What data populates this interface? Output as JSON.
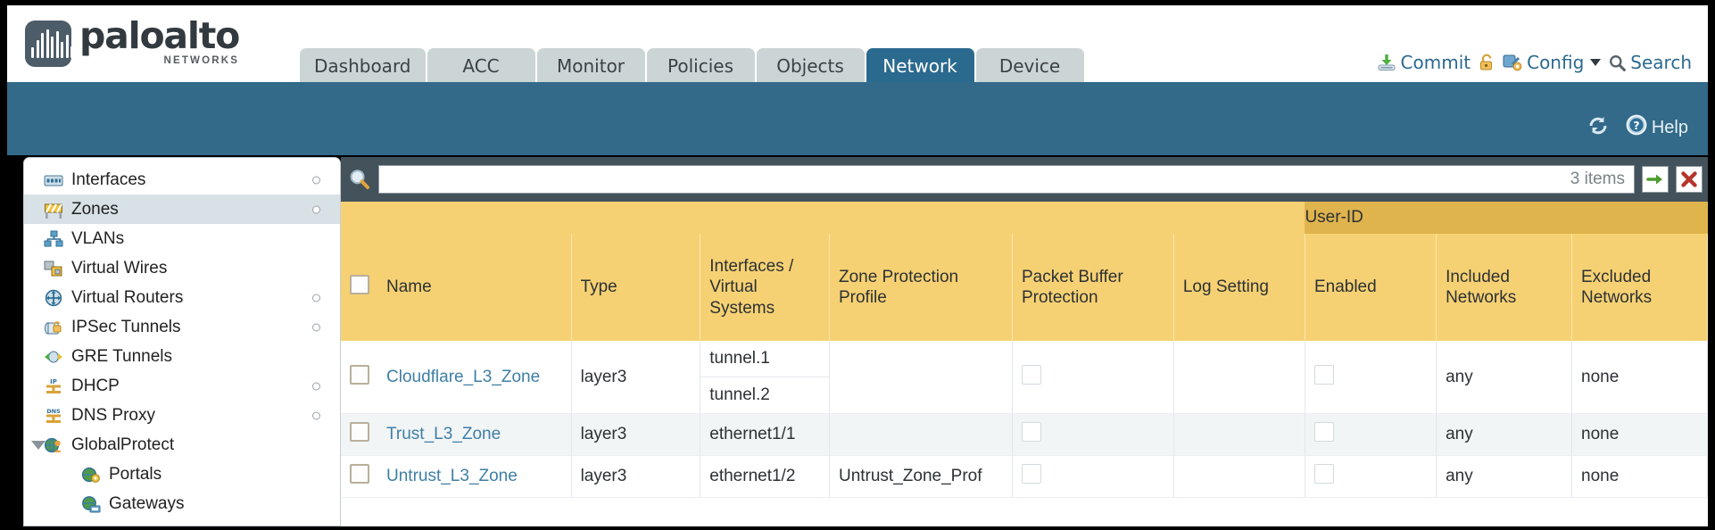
{
  "brand": {
    "name": "paloalto",
    "tagline": "NETWORKS",
    "registered": "®"
  },
  "nav": {
    "tabs": [
      {
        "label": "Dashboard",
        "active": false
      },
      {
        "label": "ACC",
        "active": false
      },
      {
        "label": "Monitor",
        "active": false
      },
      {
        "label": "Policies",
        "active": false
      },
      {
        "label": "Objects",
        "active": false
      },
      {
        "label": "Network",
        "active": true
      },
      {
        "label": "Device",
        "active": false
      }
    ]
  },
  "utility": {
    "commit_label": "Commit",
    "commit_icon": "commit-download-icon",
    "lock_icon": "padlock-icon",
    "config_label": "Config",
    "config_icon": "config-wrench-icon",
    "config_caret": "chevron-down-icon",
    "search_label": "Search",
    "search_icon": "magnifier-icon"
  },
  "subbar": {
    "refresh_icon": "refresh-icon",
    "help_label": "Help",
    "help_icon": "question-circle-icon"
  },
  "sidebar": {
    "items": [
      {
        "label": "Interfaces",
        "icon": "interfaces-icon",
        "selected": false,
        "dot": true,
        "child": false,
        "expander": false
      },
      {
        "label": "Zones",
        "icon": "zones-barrier-icon",
        "selected": true,
        "dot": true,
        "child": false,
        "expander": false
      },
      {
        "label": "VLANs",
        "icon": "vlans-network-icon",
        "selected": false,
        "dot": false,
        "child": false,
        "expander": false
      },
      {
        "label": "Virtual Wires",
        "icon": "virtual-wires-icon",
        "selected": false,
        "dot": false,
        "child": false,
        "expander": false
      },
      {
        "label": "Virtual Routers",
        "icon": "virtual-routers-icon",
        "selected": false,
        "dot": true,
        "child": false,
        "expander": false
      },
      {
        "label": "IPSec Tunnels",
        "icon": "ipsec-tunnels-icon",
        "selected": false,
        "dot": true,
        "child": false,
        "expander": false
      },
      {
        "label": "GRE Tunnels",
        "icon": "gre-tunnels-icon",
        "selected": false,
        "dot": false,
        "child": false,
        "expander": false
      },
      {
        "label": "DHCP",
        "icon": "dhcp-icon",
        "selected": false,
        "dot": true,
        "child": false,
        "expander": false
      },
      {
        "label": "DNS Proxy",
        "icon": "dns-proxy-icon",
        "selected": false,
        "dot": true,
        "child": false,
        "expander": false
      },
      {
        "label": "GlobalProtect",
        "icon": "globalprotect-icon",
        "selected": false,
        "dot": false,
        "child": false,
        "expander": true
      },
      {
        "label": "Portals",
        "icon": "portals-icon",
        "selected": false,
        "dot": false,
        "child": true,
        "expander": false
      },
      {
        "label": "Gateways",
        "icon": "gateways-icon",
        "selected": false,
        "dot": false,
        "child": true,
        "expander": false
      }
    ]
  },
  "search": {
    "value": "",
    "placeholder": "",
    "items_count": "3 items",
    "go_icon": "green-arrow-right-icon",
    "clear_icon": "red-x-icon",
    "magnifier_icon": "magnifier-icon"
  },
  "table": {
    "group_header": {
      "label": "User-ID",
      "span": 3
    },
    "columns": [
      "Name",
      "Type",
      "Interfaces / Virtual Systems",
      "Zone Protection Profile",
      "Packet Buffer Protection",
      "Log Setting",
      "Enabled",
      "Included Networks",
      "Excluded Networks"
    ],
    "rows": [
      {
        "selected": false,
        "name": "Cloudflare_L3_Zone",
        "type": "layer3",
        "interfaces": [
          "tunnel.1",
          "tunnel.2"
        ],
        "zone_protection_profile": "",
        "packet_buffer_protection": false,
        "log_setting": "",
        "userid_enabled": false,
        "included_networks": "any",
        "excluded_networks": "none"
      },
      {
        "selected": false,
        "name": "Trust_L3_Zone",
        "type": "layer3",
        "interfaces": [
          "ethernet1/1"
        ],
        "zone_protection_profile": "",
        "packet_buffer_protection": false,
        "log_setting": "",
        "userid_enabled": false,
        "included_networks": "any",
        "excluded_networks": "none"
      },
      {
        "selected": false,
        "name": "Untrust_L3_Zone",
        "type": "layer3",
        "interfaces": [
          "ethernet1/2"
        ],
        "zone_protection_profile": "Untrust_Zone_Prof",
        "packet_buffer_protection": false,
        "log_setting": "",
        "userid_enabled": false,
        "included_networks": "any",
        "excluded_networks": "none"
      }
    ]
  },
  "colors": {
    "brand_blue": "#2b6a8f",
    "band_blue": "#336a89",
    "header_gold": "#f6d173",
    "group_gold": "#e0b44d",
    "tab_grey": "#ccd5d6",
    "link_blue": "#3e7fa6",
    "search_bg": "#44525c"
  }
}
